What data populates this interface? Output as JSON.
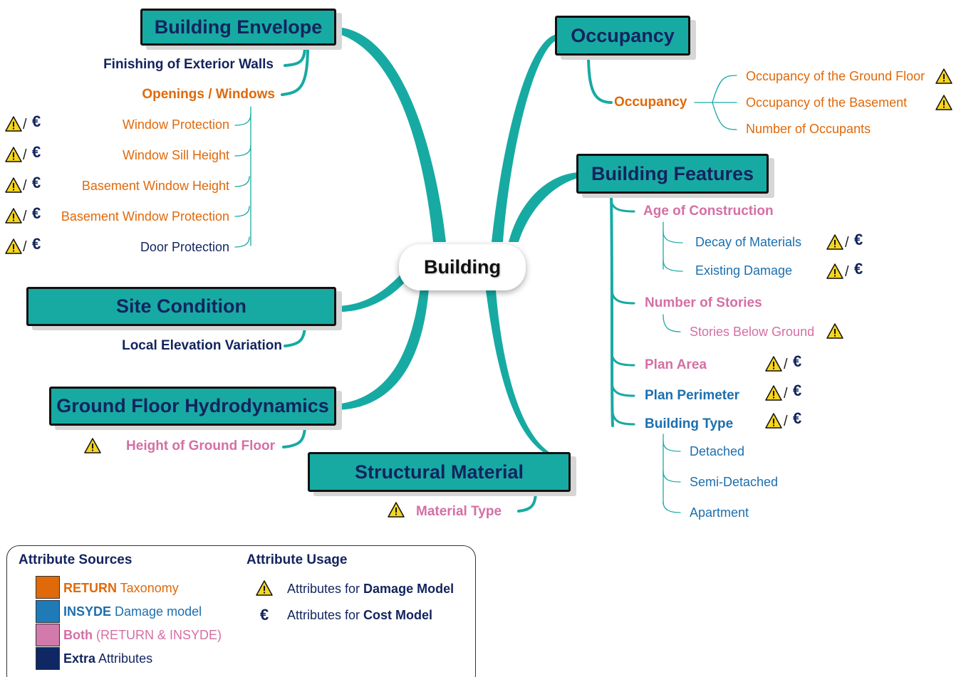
{
  "central": "Building",
  "topics": {
    "building_envelope": "Building Envelope",
    "site_condition": "Site Condition",
    "ground_floor_hydrodynamics": "Ground Floor Hydrodynamics",
    "structural_material": "Structural Material",
    "occupancy": "Occupancy",
    "building_features": "Building Features"
  },
  "envelope": {
    "finishing": "Finishing of Exterior Walls",
    "openings": "Openings / Windows",
    "items": [
      "Window Protection",
      "Window Sill Height",
      "Basement Window Height",
      "Basement Window Protection",
      "Door Protection"
    ]
  },
  "site": {
    "local_elevation": "Local Elevation Variation"
  },
  "hydro": {
    "height_ground_floor": "Height of Ground Floor"
  },
  "structural": {
    "material_type": "Material Type"
  },
  "occupancy": {
    "sub": "Occupancy",
    "items": [
      "Occupancy of the Ground Floor",
      "Occupancy of the Basement",
      "Number of Occupants"
    ]
  },
  "features": {
    "age": "Age of Construction",
    "decay": "Decay of Materials",
    "existing": "Existing Damage",
    "stories": "Number of Stories",
    "below": "Stories Below Ground",
    "plan_area": "Plan Area",
    "plan_perimeter": "Plan Perimeter",
    "building_type": "Building Type",
    "types": [
      "Detached",
      "Semi-Detached",
      "Apartment"
    ]
  },
  "symbols": {
    "euro": "€",
    "slash": "/",
    "warning_icon": "warning-triangle-icon"
  },
  "legend": {
    "sources_title": "Attribute Sources",
    "usage_title": "Attribute Usage",
    "return_bold": "RETURN",
    "return_rest": " Taxonomy",
    "insyde_bold": "INSYDE",
    "insyde_rest": " Damage model",
    "both_bold": "Both",
    "both_rest": " (RETURN & INSYDE)",
    "extra_bold": "Extra",
    "extra_rest": " Attributes",
    "damage_pre": "Attributes for ",
    "damage_bold": "Damage Model",
    "cost_pre": "Attributes for ",
    "cost_bold": "Cost Model"
  },
  "colors": {
    "teal": "#17aaa3",
    "navy": "#12245e",
    "orange": "#e0690a",
    "blue": "#1b6fae",
    "pink": "#d56fa4",
    "swatch_return": "#e0690a",
    "swatch_insyde": "#1f7ab8",
    "swatch_both": "#d27aab",
    "swatch_extra": "#0f2863"
  }
}
